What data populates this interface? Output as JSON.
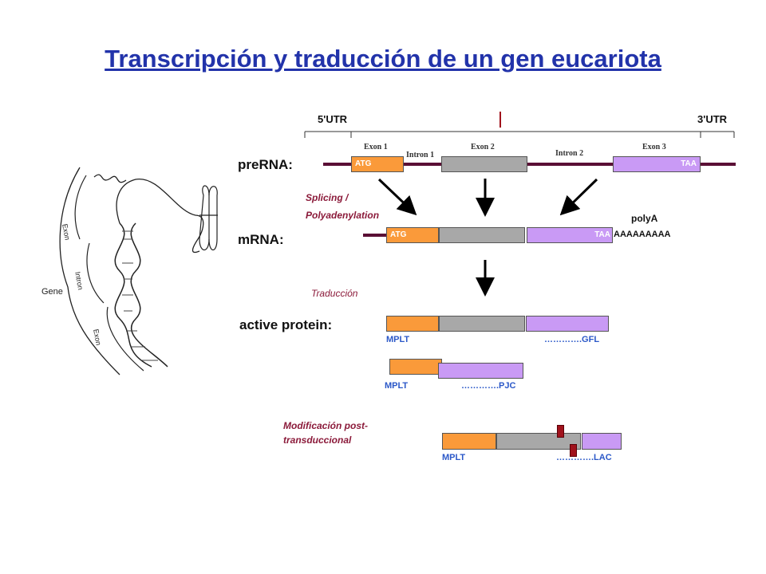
{
  "title": "Transcripción y traducción de un gen eucariota",
  "utr": {
    "five": "5'UTR",
    "three": "3'UTR"
  },
  "prerna": {
    "label": "preRNA:",
    "exon1": "Exon 1",
    "intron1": "Intron 1",
    "exon2": "Exon 2",
    "intron2": "Intron 2",
    "exon3": "Exon 3",
    "atg": "ATG",
    "taa": "TAA"
  },
  "splicing": {
    "line1": "Splicing /",
    "line2": "Polyadenylation"
  },
  "mrna": {
    "label": "mRNA:",
    "atg": "ATG",
    "taa": "TAA",
    "polyA_label": "polyA",
    "polyA_tail": "AAAAAAAAA"
  },
  "traduccion": "Traducción",
  "active": {
    "label": "active protein:",
    "start": "MPLT",
    "end": "………….GFL"
  },
  "protein2": {
    "start": "MPLT",
    "end": "………….PJC"
  },
  "modificacion": {
    "line1": "Modificación post-",
    "line2": "transduccional"
  },
  "protein3": {
    "start": "MPLT",
    "end": "………….LAC"
  },
  "dna": {
    "exon_top": "Exon",
    "intron": "Intron",
    "exon_bottom": "Exon",
    "gene": "Gene"
  },
  "colors": {
    "title": "#2233aa",
    "orange": "#fa9a3a",
    "gray": "#a8a8a8",
    "purple": "#c99af5",
    "maroon": "#8b1a3a",
    "blue": "#2b58c8",
    "line": "#5a0f35"
  }
}
